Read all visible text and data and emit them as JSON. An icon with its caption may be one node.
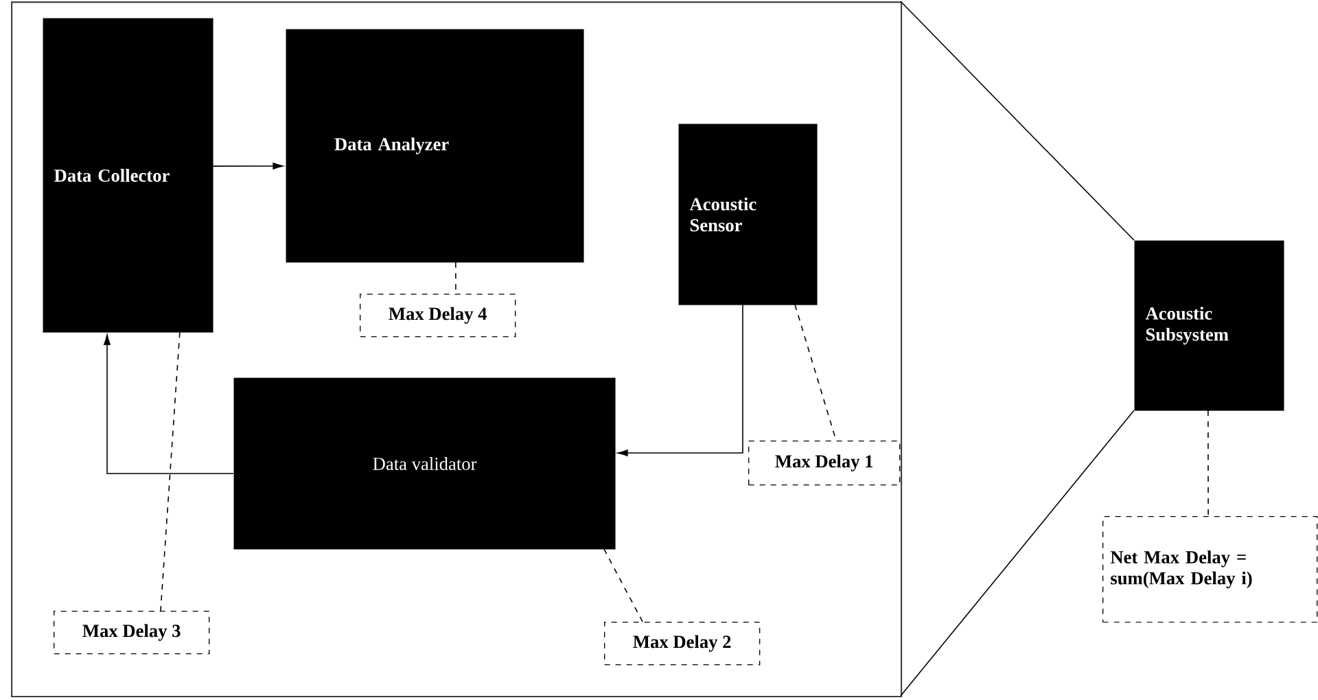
{
  "diagram": {
    "nodes": [
      {
        "text": [],
        "shape": "box"
      },
      {
        "text": [
          "Data Collector"
        ],
        "in": 0
      },
      {
        "text": [
          "Data Analyzer"
        ],
        "in": 0
      },
      {
        "text": [
          "Max Delay 4"
        ],
        "in": 0
      },
      {
        "text": [
          "Acoustic Sensor"
        ],
        "in": 0
      },
      {
        "text": [
          "Data validator"
        ],
        "in": 0
      },
      {
        "text": [
          "Max Delay 1"
        ],
        "in": 0
      },
      {
        "text": [
          "Max Delay 3"
        ],
        "in": 0
      },
      {
        "text": [
          "Max Delay 2"
        ],
        "in": 0
      },
      {
        "text": [
          "Acoustic Subsystem"
        ]
      },
      {
        "text": [
          "Net Max Delay = sum(Max Delay i)"
        ]
      }
    ],
    "edges": [
      {
        "from": 1,
        "to": 2,
        "arrow": "to"
      },
      {
        "from": 4,
        "to": 5,
        "arrow": "to"
      },
      {
        "from": 5,
        "to": 1,
        "arrow": "to"
      },
      {
        "from": 2,
        "to": 3,
        "arrow": "none",
        "style": "dashed"
      },
      {
        "from": 1,
        "to": 7,
        "arrow": "none",
        "style": "dashed"
      },
      {
        "from": 4,
        "to": 6,
        "arrow": "none",
        "style": "dashed"
      },
      {
        "from": 5,
        "to": 8,
        "arrow": "none",
        "style": "dashed"
      },
      {
        "from": 9,
        "to": 10,
        "arrow": "none",
        "style": "dashed"
      },
      {
        "from": 0,
        "to": 9,
        "arrow": "none"
      },
      {
        "from": 0,
        "to": 9,
        "arrow": "none"
      }
    ]
  }
}
